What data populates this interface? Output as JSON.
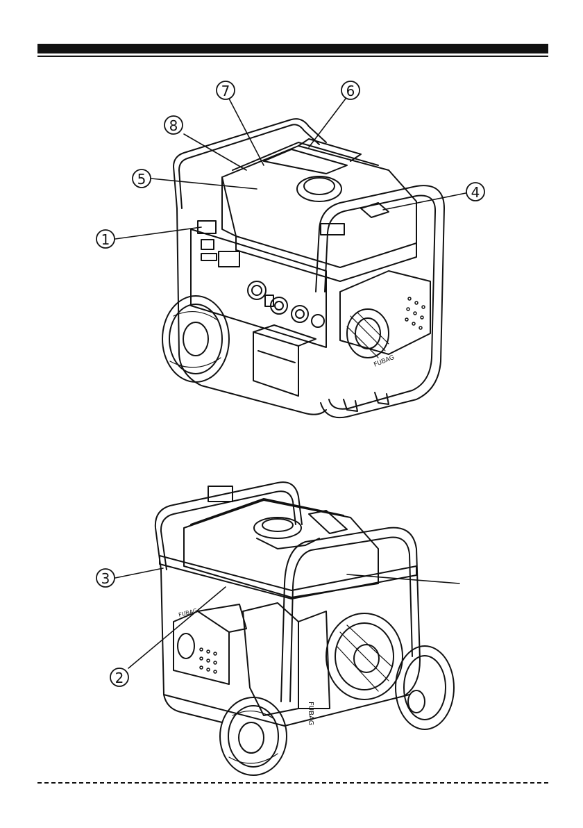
{
  "figure_top": {
    "callouts": [
      {
        "id": "1",
        "label": "1"
      },
      {
        "id": "4",
        "label": "4"
      },
      {
        "id": "5",
        "label": "5"
      },
      {
        "id": "6",
        "label": "6"
      },
      {
        "id": "7",
        "label": "7"
      },
      {
        "id": "8",
        "label": "8"
      }
    ],
    "brand_text": "FUBAG"
  },
  "figure_bottom": {
    "callouts": [
      {
        "id": "2",
        "label": "2"
      },
      {
        "id": "3",
        "label": "3"
      }
    ],
    "brand_text": "FUBAG"
  },
  "colors": {
    "ink": "#111111",
    "paper": "#ffffff"
  }
}
